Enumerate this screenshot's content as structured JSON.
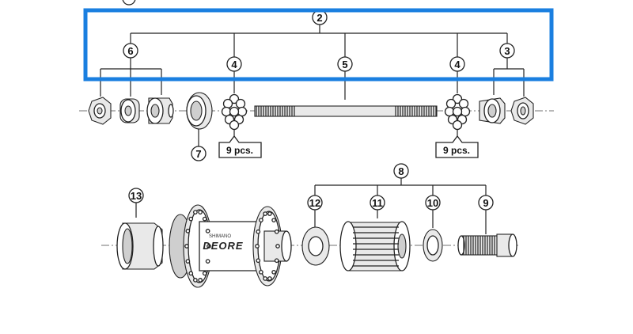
{
  "callouts": {
    "c2": "2",
    "c3": "3",
    "c4a": "4",
    "c4b": "4",
    "c5": "5",
    "c6": "6",
    "c7": "7",
    "c8": "8",
    "c9": "9",
    "c10": "10",
    "c11": "11",
    "c12": "12",
    "c13": "13"
  },
  "quantity_labels": {
    "left": "9 pcs.",
    "right": "9 pcs."
  },
  "hub_branding": {
    "maker": "SHIMANO",
    "model": "DEORE"
  },
  "colors": {
    "highlight_box": "#1a7fe0",
    "line": "#222222"
  }
}
